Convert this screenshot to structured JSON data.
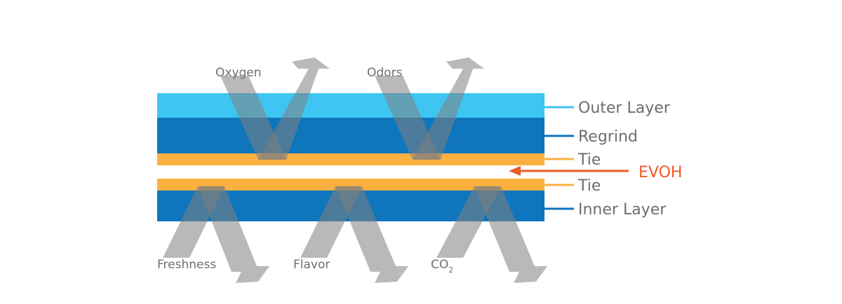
{
  "colors": {
    "outer_layer": "#3ec5f2",
    "regrind": "#0f75bc",
    "inner_layer": "#0f75bc",
    "tie": "#fbb040",
    "evoh": "#ef5a29",
    "arrow_gray": "#7f7f7f",
    "label_gray": "#6d6e71"
  },
  "gas_labels": {
    "oxygen": "Oxygen",
    "odors": "Odors",
    "freshness": "Freshness",
    "flavor": "Flavor",
    "co2_base": "CO",
    "co2_sub": "2"
  },
  "layer_labels": {
    "outer_layer": "Outer Layer",
    "regrind": "Regrind",
    "tie_top": "Tie",
    "evoh": "EVOH",
    "tie_bottom": "Tie",
    "inner_layer": "Inner Layer"
  }
}
